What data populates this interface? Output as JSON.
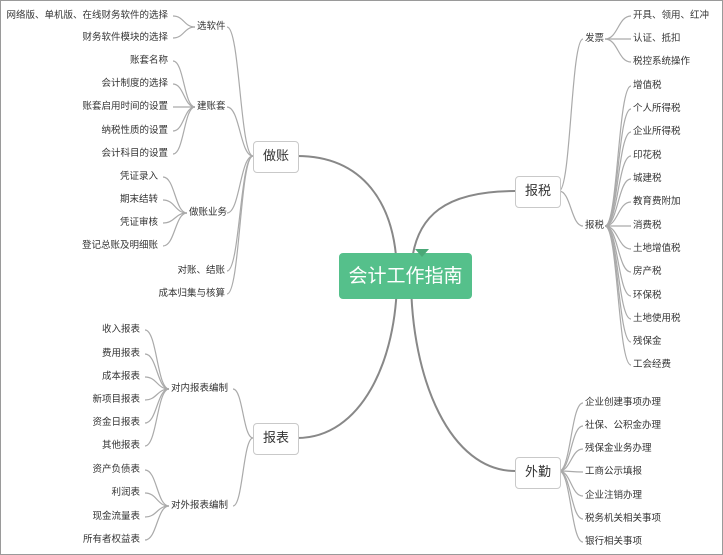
{
  "root": "会计工作指南",
  "branches": {
    "zuozhang": {
      "label": "做账",
      "groups": [
        {
          "label": "选软件",
          "items": [
            "网络版、单机版、在线财务软件的选择",
            "财务软件模块的选择"
          ]
        },
        {
          "label": "建账套",
          "items": [
            "账套名称",
            "会计制度的选择",
            "账套启用时间的设置",
            "纳税性质的设置",
            "会计科目的设置"
          ]
        },
        {
          "label": "做账业务",
          "items": [
            "凭证录入",
            "期末结转",
            "凭证审核",
            "登记总账及明细账"
          ]
        }
      ],
      "direct": [
        "对账、结账",
        "成本归集与核算"
      ]
    },
    "baobiao": {
      "label": "报表",
      "groups": [
        {
          "label": "对内报表编制",
          "items": [
            "收入报表",
            "费用报表",
            "成本报表",
            "新项目报表",
            "资金日报表",
            "其他报表"
          ]
        },
        {
          "label": "对外报表编制",
          "items": [
            "资产负债表",
            "利润表",
            "现金流量表",
            "所有者权益表"
          ]
        }
      ]
    },
    "baoshui": {
      "label": "报税",
      "groups": [
        {
          "label": "发票",
          "items": [
            "开具、领用、红冲",
            "认证、抵扣",
            "税控系统操作"
          ]
        },
        {
          "label": "报税",
          "items": [
            "增值税",
            "个人所得税",
            "企业所得税",
            "印花税",
            "城建税",
            "教育费附加",
            "消费税",
            "土地增值税",
            "房产税",
            "环保税",
            "土地使用税",
            "残保金",
            "工会经费"
          ]
        }
      ]
    },
    "waiqin": {
      "label": "外勤",
      "items": [
        "企业创建事项办理",
        "社保、公积金办理",
        "残保金业务办理",
        "工商公示填报",
        "企业注销办理",
        "税务机关相关事项",
        "银行相关事项"
      ]
    }
  },
  "colors": {
    "root_bg": "#55c08b",
    "root_text": "#ffffff",
    "line": "#aaaaaa",
    "text": "#333333",
    "border": "#9a9a9a"
  }
}
